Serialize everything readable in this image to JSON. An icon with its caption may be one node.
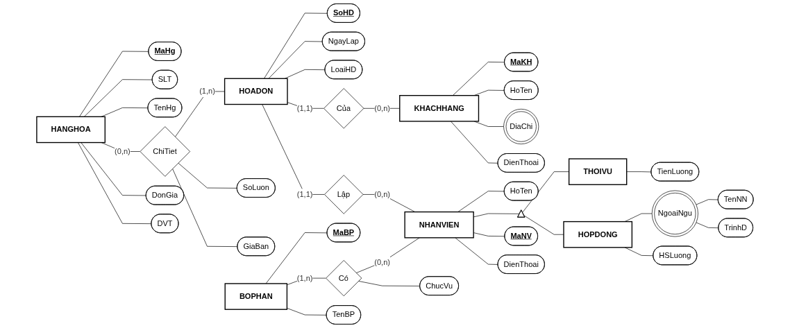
{
  "diagram": {
    "nodes": [
      {
        "text": [
          "MaHg"
        ]
      },
      {
        "text": [
          "SLT"
        ]
      },
      {
        "text": [
          "SoHD"
        ]
      },
      {
        "text": [
          "NgayLap"
        ]
      },
      {
        "text": [
          "LoaiHD"
        ]
      },
      {
        "text": [
          "MaKH"
        ]
      },
      {
        "text": [
          "HoTen"
        ]
      },
      {
        "text": [
          "TenHg"
        ]
      },
      {
        "text": [
          "HANGHOA"
        ]
      },
      {
        "text": [
          "ChiTiet"
        ]
      },
      {
        "text": [
          "HOADON"
        ]
      },
      {
        "text": [
          "Của"
        ]
      },
      {
        "text": [
          "KHACHHANG"
        ]
      },
      {
        "text": [
          "DonGia"
        ]
      },
      {
        "text": [
          "DVT"
        ]
      },
      {
        "text": [
          "SoLuon"
        ]
      },
      {
        "text": [
          "GiaBan"
        ]
      },
      {
        "text": [
          "DiaChi"
        ]
      },
      {
        "text": [
          "DienThoai"
        ]
      },
      {
        "text": [
          "Lập"
        ]
      },
      {
        "text": [
          "HoTen"
        ]
      },
      {
        "text": [
          "MaBP"
        ]
      },
      {
        "text": [
          "BOPHAN"
        ]
      },
      {
        "text": [
          "Có"
        ]
      },
      {
        "text": [
          "NHANVIEN"
        ]
      },
      {
        "text": [],
        "shape": "triangle"
      },
      {
        "text": [
          "THOIVU"
        ]
      },
      {
        "text": [
          "TienLuong"
        ]
      },
      {
        "text": [
          "TenBP"
        ]
      },
      {
        "text": [
          "HOPDONG"
        ]
      },
      {
        "text": [
          "NgoaiNgu"
        ]
      },
      {
        "text": [
          "ChucVu"
        ]
      },
      {
        "text": [
          "MaNV"
        ]
      },
      {
        "text": [
          "DienThoai"
        ]
      },
      {
        "text": [
          "HSLuong"
        ]
      },
      {
        "text": [
          "TenNN"
        ]
      },
      {
        "text": [
          "TrinhD"
        ]
      }
    ],
    "edges": [
      {
        "from": 8,
        "to": 0,
        "arrow": "none"
      },
      {
        "from": 8,
        "to": 1,
        "arrow": "none"
      },
      {
        "from": 8,
        "to": 7,
        "arrow": "none"
      },
      {
        "from": 8,
        "to": 13,
        "arrow": "none"
      },
      {
        "from": 8,
        "to": 14,
        "arrow": "none"
      },
      {
        "from": 8,
        "to": 9,
        "arrow": "none",
        "label": "(0,n)"
      },
      {
        "from": 9,
        "to": 10,
        "arrow": "none",
        "label": "(1,n)"
      },
      {
        "from": 9,
        "to": 15,
        "arrow": "none"
      },
      {
        "from": 9,
        "to": 16,
        "arrow": "none"
      },
      {
        "from": 10,
        "to": 2,
        "arrow": "none"
      },
      {
        "from": 10,
        "to": 3,
        "arrow": "none"
      },
      {
        "from": 10,
        "to": 4,
        "arrow": "none"
      },
      {
        "from": 10,
        "to": 11,
        "arrow": "none",
        "label": "(1,1)"
      },
      {
        "from": 11,
        "to": 12,
        "arrow": "none",
        "label": "(0,n)"
      },
      {
        "from": 12,
        "to": 5,
        "arrow": "none"
      },
      {
        "from": 12,
        "to": 6,
        "arrow": "none"
      },
      {
        "from": 12,
        "to": 17,
        "arrow": "none"
      },
      {
        "from": 12,
        "to": 18,
        "arrow": "none"
      },
      {
        "from": 10,
        "to": 19,
        "arrow": "none",
        "label": "(1,1)"
      },
      {
        "from": 19,
        "to": 24,
        "arrow": "none",
        "label": "(0,n)"
      },
      {
        "from": 24,
        "to": 20,
        "arrow": "none"
      },
      {
        "from": 22,
        "to": 21,
        "arrow": "none"
      },
      {
        "from": 22,
        "to": 28,
        "arrow": "none"
      },
      {
        "from": 22,
        "to": 23,
        "arrow": "none",
        "label": "(1,n)"
      },
      {
        "from": 23,
        "to": 24,
        "arrow": "none",
        "label": "(0,n)"
      },
      {
        "from": 23,
        "to": 31,
        "arrow": "none"
      },
      {
        "from": 24,
        "to": 32,
        "arrow": "none"
      },
      {
        "from": 24,
        "to": 33,
        "arrow": "none"
      },
      {
        "from": 24,
        "to": 25,
        "arrow": "none"
      },
      {
        "from": 25,
        "to": 26,
        "arrow": "none"
      },
      {
        "from": 25,
        "to": 29,
        "arrow": "none"
      },
      {
        "from": 26,
        "to": 27,
        "arrow": "none"
      },
      {
        "from": 29,
        "to": 30,
        "arrow": "none"
      },
      {
        "from": 29,
        "to": 34,
        "arrow": "none"
      },
      {
        "from": 30,
        "to": 35,
        "arrow": "none"
      },
      {
        "from": 30,
        "to": 36,
        "arrow": "none"
      }
    ]
  }
}
